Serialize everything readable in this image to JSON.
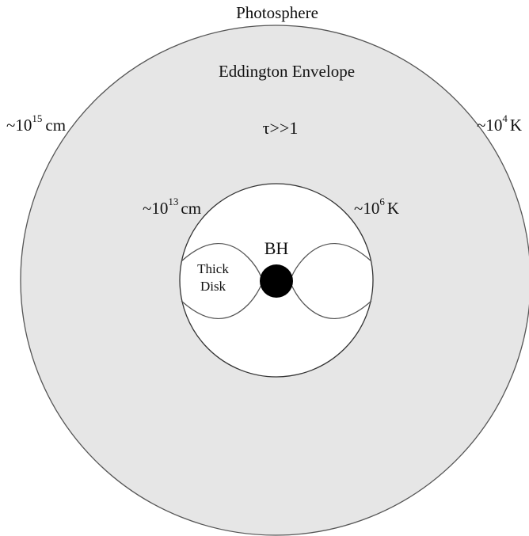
{
  "diagram": {
    "outer_label": "Photosphere",
    "envelope_label": "Eddington Envelope",
    "optical_depth": "τ>>1",
    "outer_radius": {
      "prefix": "~10",
      "exponent": "15",
      "unit": "cm"
    },
    "outer_temperature": {
      "prefix": "~10",
      "exponent": "4",
      "unit": "K"
    },
    "inner_radius": {
      "prefix": "~10",
      "exponent": "13",
      "unit": "cm"
    },
    "inner_temperature": {
      "prefix": "~10",
      "exponent": "6",
      "unit": "K"
    },
    "black_hole_label": "BH",
    "disk_label_line1": "Thick",
    "disk_label_line2": "Disk"
  },
  "colors": {
    "envelope_fill": "#e6e6e6",
    "inner_fill": "#ffffff",
    "stroke": "#555555",
    "black_hole": "#000000"
  }
}
